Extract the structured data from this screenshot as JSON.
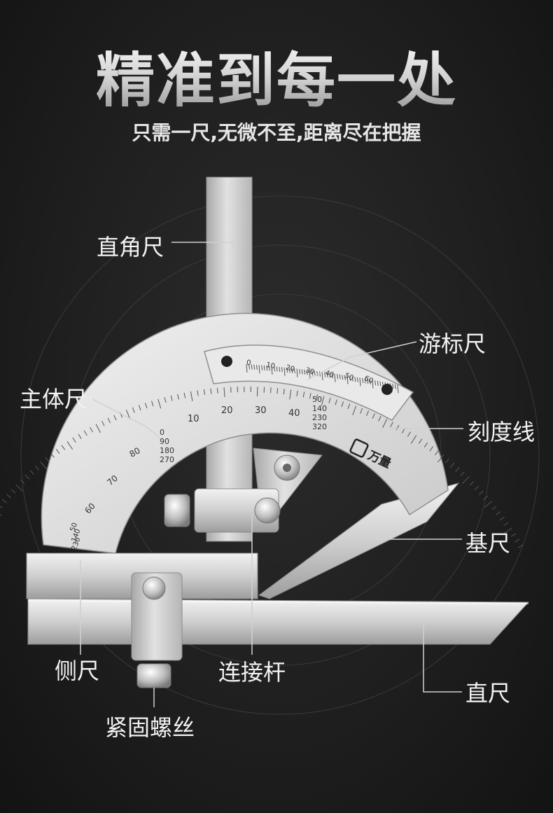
{
  "header": {
    "title": "精准到每一处",
    "subtitle": "只需一尺,无微不至,距离尽在把握"
  },
  "labels": {
    "square_ruler": "直角尺",
    "vernier": "游标尺",
    "main_ruler": "主体尺",
    "scale_lines": "刻度线",
    "base_ruler": "基尺",
    "side_ruler": "侧尺",
    "connecting_rod": "连接杆",
    "straight_ruler": "直尺",
    "locking_screw": "紧固螺丝"
  },
  "brand": {
    "logo_text": "万量"
  },
  "scale": {
    "vernier_numbers": [
      "0",
      "10",
      "20",
      "30",
      "40",
      "50",
      "60"
    ],
    "main_numbers_upper": [
      "10",
      "20",
      "30",
      "40"
    ],
    "main_numbers_lower": [
      "80",
      "70",
      "60"
    ],
    "mid_stack": [
      "0",
      "90",
      "180",
      "270"
    ],
    "right_stack": [
      "50",
      "140",
      "230",
      "320"
    ],
    "left_stack": [
      "50",
      "140",
      "230"
    ]
  },
  "colors": {
    "metal_light": "#e4e4e4",
    "metal_mid": "#bdbdbd",
    "metal_dark": "#8a8a8a",
    "text": "#f2f2f2",
    "background": "#1f1f1f"
  }
}
